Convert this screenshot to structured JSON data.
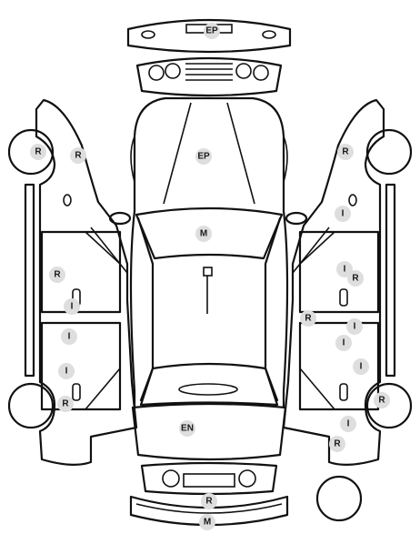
{
  "badges": [
    {
      "label": "EP",
      "panel": "front-bumper"
    },
    {
      "label": "EP",
      "panel": "bonnet"
    },
    {
      "label": "M",
      "panel": "windscreen"
    },
    {
      "label": "EN",
      "panel": "boot-lid"
    },
    {
      "label": "R",
      "panel": "rear-bumper"
    },
    {
      "label": "M",
      "panel": "rear-bumper-lower"
    },
    {
      "label": "R",
      "panel": "left-front-wheel"
    },
    {
      "label": "R",
      "panel": "left-front-wing"
    },
    {
      "label": "R",
      "panel": "left-front-door"
    },
    {
      "label": "I",
      "panel": "left-front-door-handle"
    },
    {
      "label": "I",
      "panel": "left-rear-door"
    },
    {
      "label": "I",
      "panel": "left-rear-door-lower"
    },
    {
      "label": "R",
      "panel": "left-rear-wheel"
    },
    {
      "label": "R",
      "panel": "right-front-wheel"
    },
    {
      "label": "I",
      "panel": "right-front-wing"
    },
    {
      "label": "I",
      "panel": "right-front-door"
    },
    {
      "label": "R",
      "panel": "right-front-door-handle"
    },
    {
      "label": "R",
      "panel": "right-sill"
    },
    {
      "label": "I",
      "panel": "right-rear-door-top"
    },
    {
      "label": "I",
      "panel": "right-rear-door"
    },
    {
      "label": "I",
      "panel": "right-rear-quarter"
    },
    {
      "label": "R",
      "panel": "right-rear-wheel"
    },
    {
      "label": "I",
      "panel": "right-rear-wing"
    },
    {
      "label": "R",
      "panel": "right-rear-corner"
    }
  ]
}
